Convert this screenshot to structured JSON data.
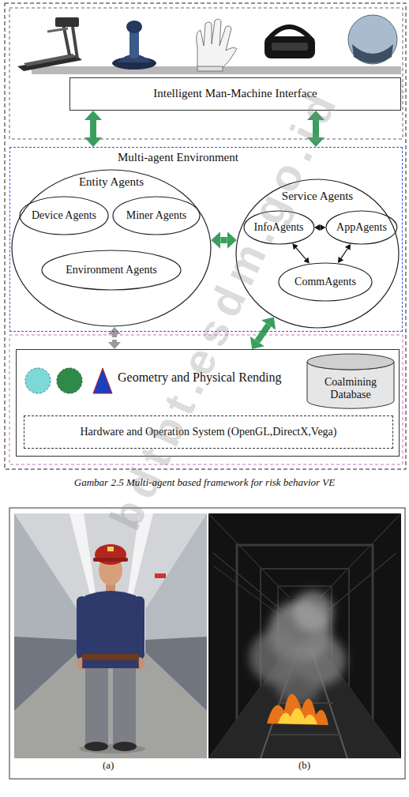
{
  "diagram": {
    "caption": "Gambar 2.5 Multi-agent based framework for risk behavior VE",
    "nodes": [
      {
        "text": [
          "Intelligent Man-Machine Interface"
        ]
      },
      {
        "text": [
          "Multi-agent Environment"
        ]
      },
      {
        "text": [
          "Entity Agents"
        ],
        "in": 1
      },
      {
        "text": [
          "Device Agents"
        ],
        "in": 2
      },
      {
        "text": [
          "Miner Agents"
        ],
        "in": 2
      },
      {
        "text": [
          "Environment Agents"
        ],
        "in": 2
      },
      {
        "text": [
          "Service Agents"
        ],
        "in": 1
      },
      {
        "text": [
          "InfoAgents"
        ],
        "in": 6
      },
      {
        "text": [
          "AppAgents"
        ],
        "in": 6
      },
      {
        "text": [
          "CommAgents"
        ],
        "in": 6
      },
      {
        "text": [
          "Geometry and Physical Rending"
        ]
      },
      {
        "text": [
          "Coalmining Database"
        ],
        "in": 10
      },
      {
        "text": [
          "Hardware and Operation System (OpenGL,DirectX,Vega)"
        ],
        "in": 10
      }
    ],
    "edges": [
      {
        "from": 0,
        "to": 1,
        "arrow": "both"
      },
      {
        "from": 0,
        "to": 1,
        "arrow": "both"
      },
      {
        "from": 2,
        "to": 6,
        "arrow": "both"
      },
      {
        "from": 2,
        "to": 10,
        "arrow": "both"
      },
      {
        "from": 6,
        "to": 10,
        "arrow": "both"
      },
      {
        "from": 7,
        "to": 8,
        "arrow": "both"
      },
      {
        "from": 7,
        "to": 9,
        "arrow": "both"
      },
      {
        "from": 8,
        "to": 9,
        "arrow": "both"
      }
    ],
    "labels": [
      "(a)",
      "(b)",
      "bdtbt.esdm.go.id"
    ]
  }
}
